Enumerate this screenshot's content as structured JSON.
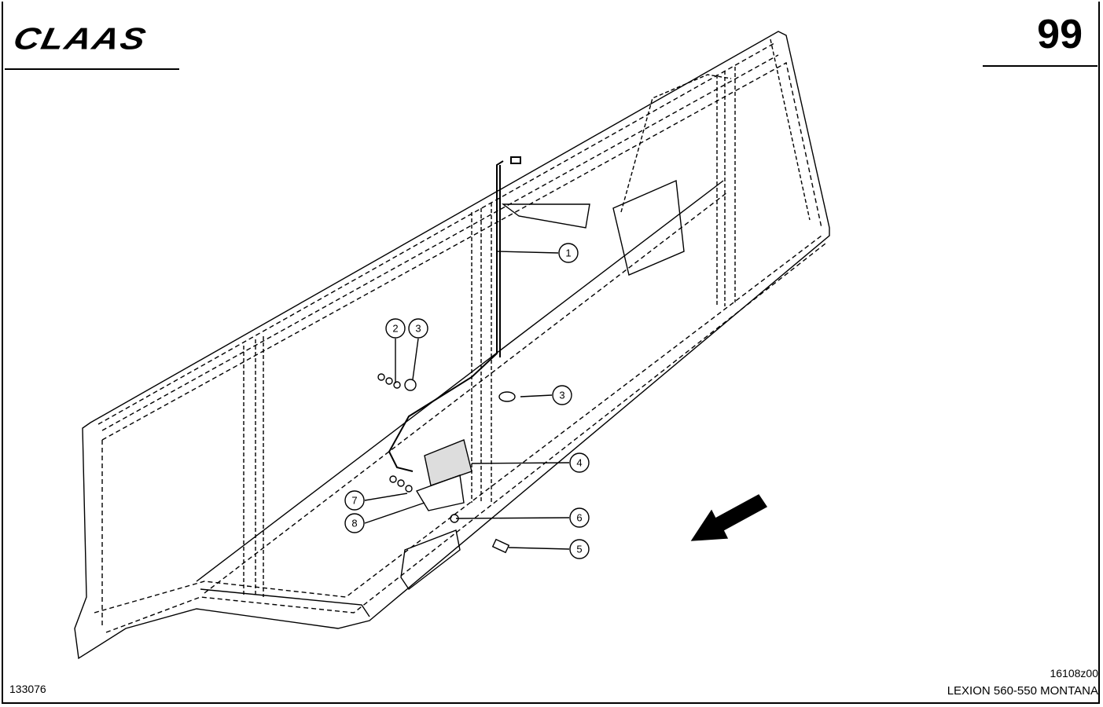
{
  "header": {
    "logo": "CLAAS",
    "page_number": "99"
  },
  "footer": {
    "document_id": "133076",
    "drawing_code": "16108z00",
    "model": "LEXION 560-550 MONTANA"
  },
  "callouts": [
    {
      "label": "1"
    },
    {
      "label": "2"
    },
    {
      "label": "3"
    },
    {
      "label": "3"
    },
    {
      "label": "4"
    },
    {
      "label": "5"
    },
    {
      "label": "6"
    },
    {
      "label": "7"
    },
    {
      "label": "8"
    }
  ]
}
